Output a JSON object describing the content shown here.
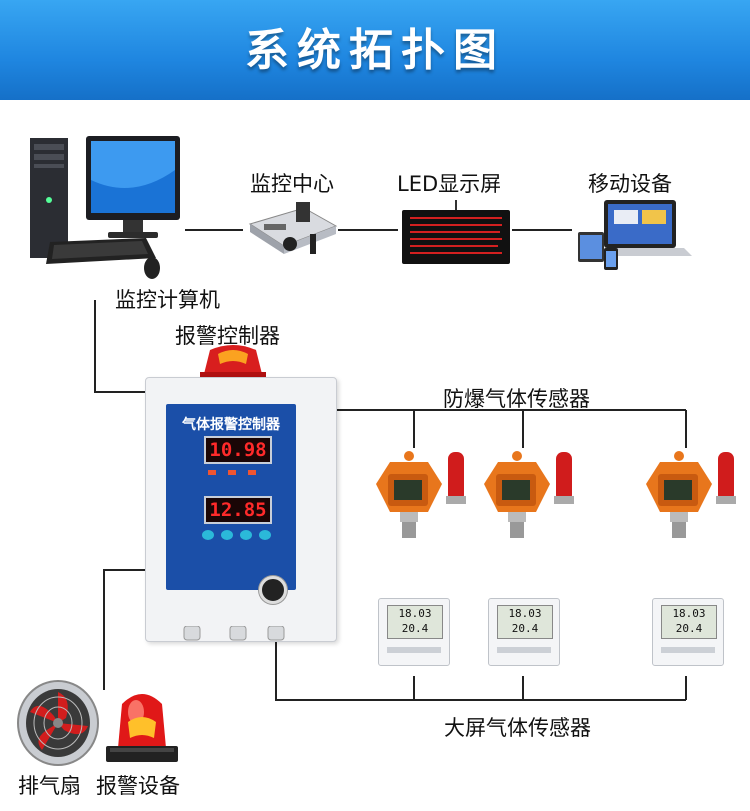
{
  "header": {
    "title": "系统拓扑图"
  },
  "nodes": {
    "monitor_center": "监控中心",
    "led_screen": "LED显示屏",
    "mobile_device": "移动设备",
    "monitor_computer": "监控计算机",
    "alarm_controller": "报警控制器",
    "explosion_proof_sensor": "防爆气体传感器",
    "big_screen_sensor": "大屏气体传感器",
    "exhaust_fan": "排气扇",
    "alarm_device": "报警设备"
  },
  "controller_panel": {
    "title": "气体报警控制器",
    "reading_1": "10.98",
    "reading_2": "12.85"
  },
  "lcd": {
    "line_1": "18.03",
    "line_2": "20.4"
  },
  "colors": {
    "banner": "#1f86e0",
    "sensor_body": "#e8761c",
    "beacon": "#e01818",
    "panel": "#1b4fa8"
  }
}
